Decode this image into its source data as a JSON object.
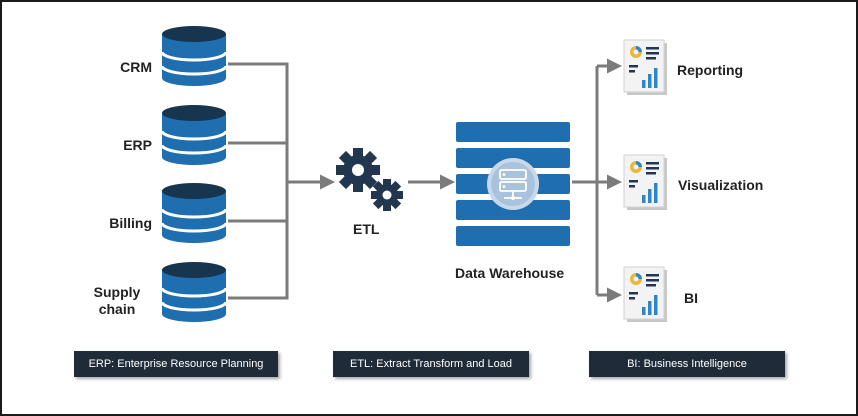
{
  "sources": [
    {
      "label": "CRM"
    },
    {
      "label": "ERP"
    },
    {
      "label": "Billing"
    },
    {
      "label": "Supply\nchain"
    }
  ],
  "etl": {
    "label": "ETL"
  },
  "warehouse": {
    "label": "Data Warehouse"
  },
  "outputs": [
    {
      "label": "Reporting"
    },
    {
      "label": "Visualization"
    },
    {
      "label": "BI"
    }
  ],
  "legends": [
    {
      "text": "ERP: Enterprise Resource Planning"
    },
    {
      "text": "ETL: Extract Transform and Load"
    },
    {
      "text": "BI: Business Intelligence"
    }
  ],
  "colors": {
    "database_blue": "#1f6fb0",
    "database_dark": "#17354f",
    "gear": "#22374f",
    "connector": "#7b7b7b",
    "legend_bg": "#1f2b38"
  },
  "icons": {
    "source": "database-icon",
    "etl": "gears-icon",
    "warehouse": "server-stack-icon",
    "output": "report-document-icon"
  }
}
